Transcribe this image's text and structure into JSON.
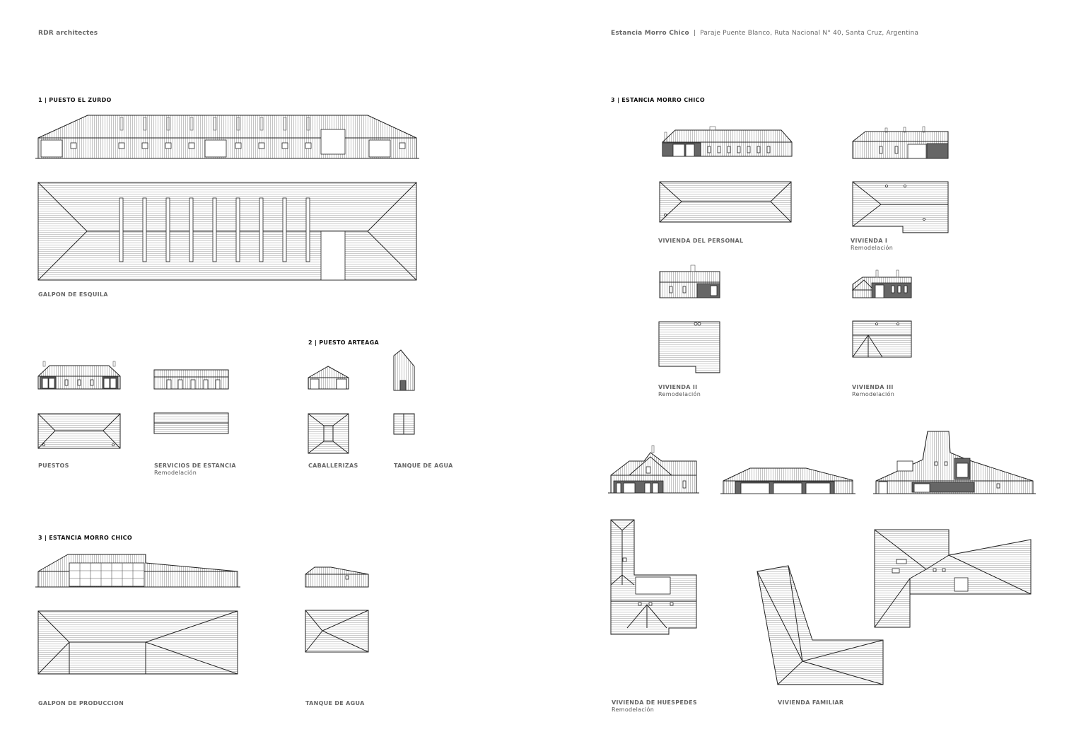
{
  "header": {
    "left": "RDR architectes",
    "project": "Estancia Morro Chico",
    "separator": "|",
    "address": "Paraje Puente Blanco, Ruta Nacional N° 40, Santa Cruz, Argentina"
  },
  "sections": {
    "s1": "1 | PUESTO EL ZURDO",
    "s2": "2 | PUESTO ARTEAGA",
    "s3a": "3 | ESTANCIA MORRO CHICO",
    "s3b": "3 | ESTANCIA MORRO CHICO"
  },
  "captions": {
    "galpon_esquila": "GALPON DE ESQUILA",
    "puestos": "PUESTOS",
    "servicios": "SERVICIOS DE ESTANCIA",
    "servicios_sub": "Remodelación",
    "caballerizas": "CABALLERIZAS",
    "tanque1": "TANQUE DE AGUA",
    "galpon_produccion": "GALPON DE PRODUCCION",
    "tanque2": "TANQUE DE AGUA",
    "vivienda_personal": "VIVIENDA DEL PERSONAL",
    "vivienda_i": "VIVIENDA I",
    "vivienda_i_sub": "Remodelación",
    "vivienda_ii": "VIVIENDA II",
    "vivienda_ii_sub": "Remodelación",
    "vivienda_iii": "VIVIENDA III",
    "vivienda_iii_sub": "Remodelación",
    "vivienda_huespedes": "VIVIENDA DE HUESPEDES",
    "vivienda_huespedes_sub": "Remodelación",
    "vivienda_familiar": "VIVIENDA FAMILIAR"
  }
}
